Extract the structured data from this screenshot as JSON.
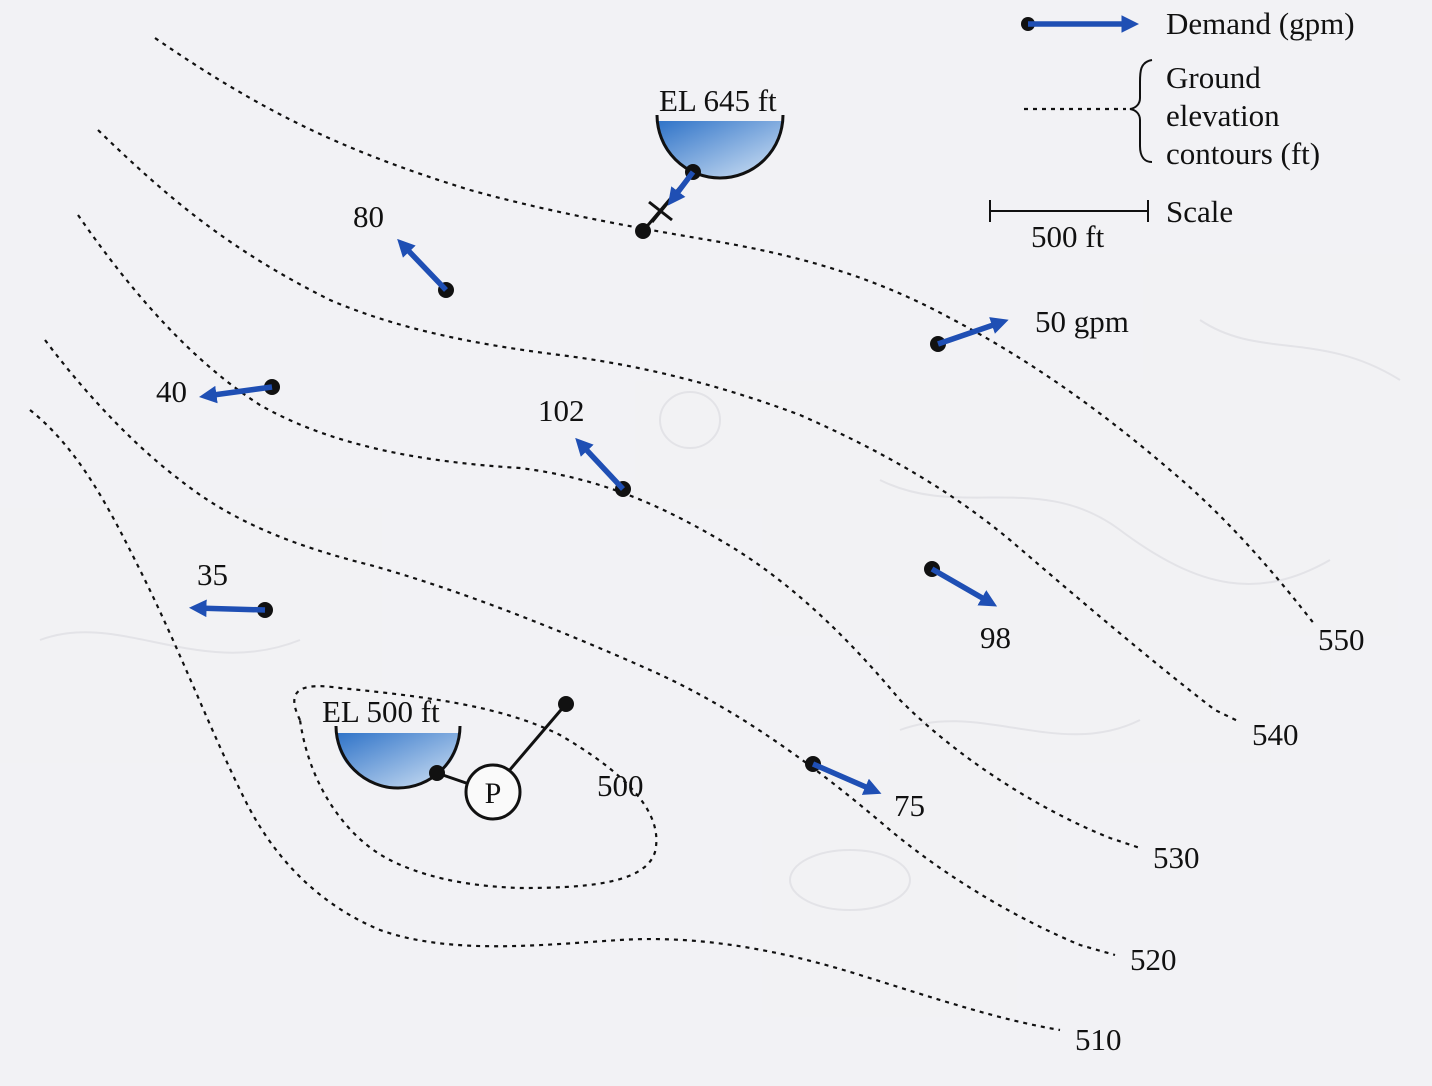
{
  "legend": {
    "demand": "Demand (gpm)",
    "contours_line1": "Ground",
    "contours_line2": "elevation",
    "contours_line3": "contours (ft)",
    "scale": "Scale",
    "scale_value": "500 ft"
  },
  "reservoirs": {
    "upper": "EL 645 ft",
    "lower": "EL 500 ft"
  },
  "pump_label": "P",
  "contour_labels": [
    "500",
    "510",
    "520",
    "530",
    "540",
    "550"
  ],
  "demands": [
    "80",
    "50 gpm",
    "40",
    "102",
    "35",
    "98",
    "75"
  ],
  "colors": {
    "arrow": "#1f4fb4",
    "water": "#4d8fd6",
    "ink": "#111111",
    "background": "#f4f4f6"
  }
}
